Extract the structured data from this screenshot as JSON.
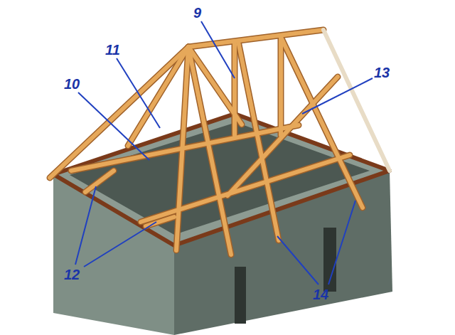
{
  "diagram": {
    "labels": [
      "9",
      "11",
      "10",
      "13",
      "12",
      "14"
    ]
  }
}
